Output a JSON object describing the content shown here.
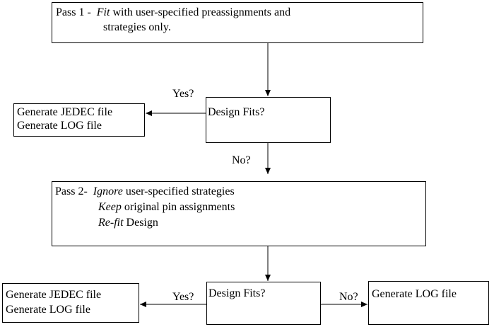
{
  "pass1": {
    "prefix": "Pass 1 -  ",
    "fit_word": "Fit",
    "line1_rest": " with user-specified preassignments and",
    "line2": "strategies only."
  },
  "decision1": {
    "label": "Design Fits?"
  },
  "output1": {
    "line1": "Generate JEDEC file",
    "line2": "Generate LOG file"
  },
  "pass2": {
    "prefix": "Pass 2-  ",
    "ignore_word": "Ignore",
    "line1_rest": " user-specified strategies",
    "keep_word": "Keep",
    "line2_rest": " original pin assignments",
    "refit_word": "Re-fit",
    "line3_rest": " Design"
  },
  "decision2": {
    "label": "Design Fits?"
  },
  "output2": {
    "line1": "Generate JEDEC file",
    "line2": "Generate LOG file"
  },
  "output3": {
    "line1": "Generate LOG file"
  },
  "edges": {
    "yes1": "Yes?",
    "no1": "No?",
    "yes2": "Yes?",
    "no2": "No?"
  }
}
